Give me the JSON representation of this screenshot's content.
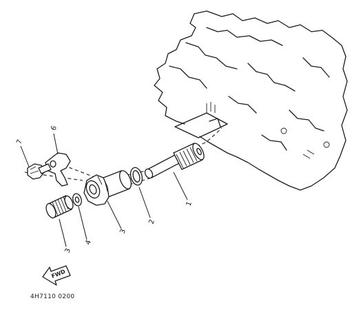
{
  "figure": {
    "code": "4H7110 0200",
    "arrow_badge": "FWD"
  },
  "callouts": [
    {
      "id": "1",
      "label": "1"
    },
    {
      "id": "2",
      "label": "2"
    },
    {
      "id": "3a",
      "label": "3"
    },
    {
      "id": "3b",
      "label": "3"
    },
    {
      "id": "4",
      "label": "4"
    },
    {
      "id": "6",
      "label": "6"
    },
    {
      "id": "7",
      "label": "7"
    }
  ],
  "colors": {
    "ink": "#1a1a1a",
    "paper": "#ffffff"
  }
}
